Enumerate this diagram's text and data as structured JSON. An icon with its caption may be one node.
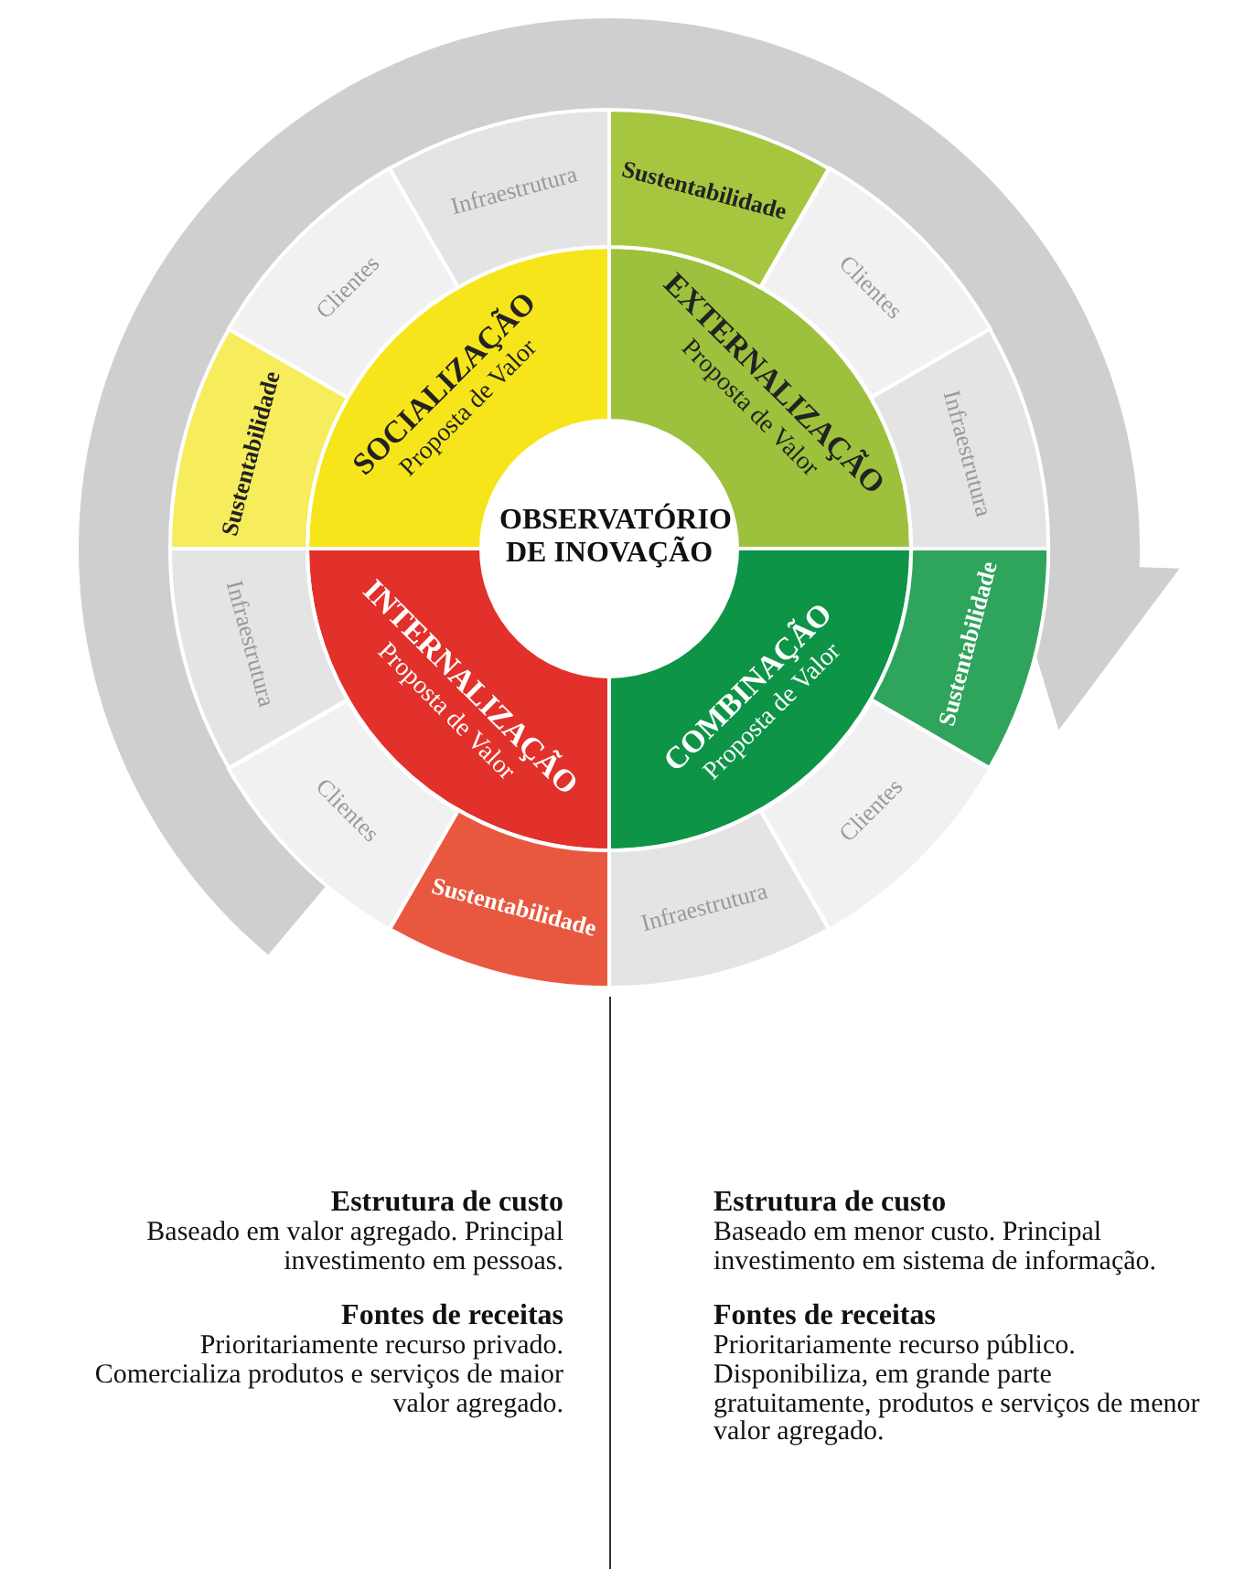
{
  "diagram": {
    "nodes": [
      {
        "text": [
          "OBSERVATÓRIO DE INOVAÇÃO"
        ]
      },
      {
        "text": [
          "SOCIALIZAÇÃO",
          "Proposta de Valor"
        ]
      },
      {
        "text": [
          "EXTERNALIZAÇÃO",
          "Proposta de Valor"
        ]
      },
      {
        "text": [
          "COMBINAÇÃO",
          "Proposta de Valor"
        ]
      },
      {
        "text": [
          "INTERNALIZAÇÃO",
          "Proposta de Valor"
        ]
      },
      {
        "text": [
          "Sustentabilidade"
        ]
      },
      {
        "text": [
          "Clientes"
        ]
      },
      {
        "text": [
          "Infraestrutura"
        ]
      },
      {
        "text": [
          "Sustentabilidade"
        ]
      },
      {
        "text": [
          "Clientes"
        ]
      },
      {
        "text": [
          "Infraestrutura"
        ]
      },
      {
        "text": [
          "Sustentabilidade"
        ]
      },
      {
        "text": [
          "Clientes"
        ]
      },
      {
        "text": [
          "Infraestrutura"
        ]
      },
      {
        "text": [
          "Sustentabilidade"
        ]
      },
      {
        "text": [
          "Clientes"
        ]
      },
      {
        "text": [
          "Infraestrutura"
        ]
      }
    ],
    "edges": [],
    "labels": [
      "Estrutura de custo",
      "Baseado em valor agregado. Principal investimento em pessoas.",
      "Fontes de receitas",
      "Prioritariamente recurso privado. Comercializa produtos e serviços de maior valor agregado.",
      "Estrutura de custo",
      "Baseado em menor custo. Principal investimento em sistema de informação.",
      "Fontes de receitas",
      "Prioritariamente recurso público. Disponibiliza, em grande parte gratuitamente, produtos e serviços de menor valor agregado."
    ]
  }
}
